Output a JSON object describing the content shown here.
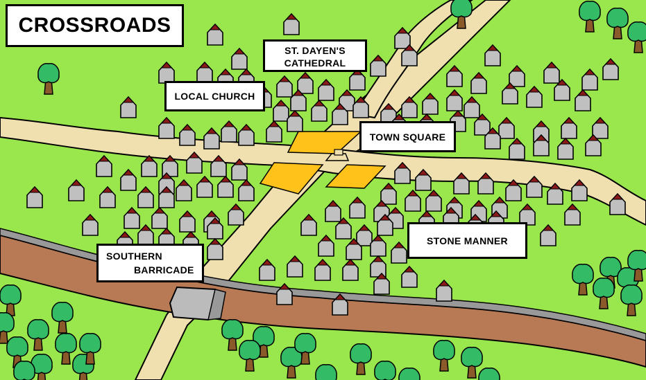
{
  "title": "CROSSROADS",
  "labels": {
    "cathedral_line1": "ST. DAYEN'S",
    "cathedral_line2": "CATHEDRAL",
    "local_church": "LOCAL CHURCH",
    "town_square": "TOWN SQUARE",
    "stone_manner": "STONE MANNER",
    "barricade_line1": "SOUTHERN",
    "barricade_line2": "BARRICADE"
  },
  "colors": {
    "grass": "#99e64d",
    "road": "#f0e0b0",
    "river": "#b87a55",
    "river_bank": "#999999",
    "square": "#ffc21a",
    "house_wall": "#c0c0c0",
    "house_roof": "#8a1a1a",
    "tree_leaves": "#33bb66",
    "tree_trunk": "#8b5a2b",
    "barricade": "#bbbbbb",
    "outline": "#000000"
  },
  "icons": {
    "house": "house-icon",
    "tree": "tree-icon",
    "fountain": "fountain-icon"
  }
}
